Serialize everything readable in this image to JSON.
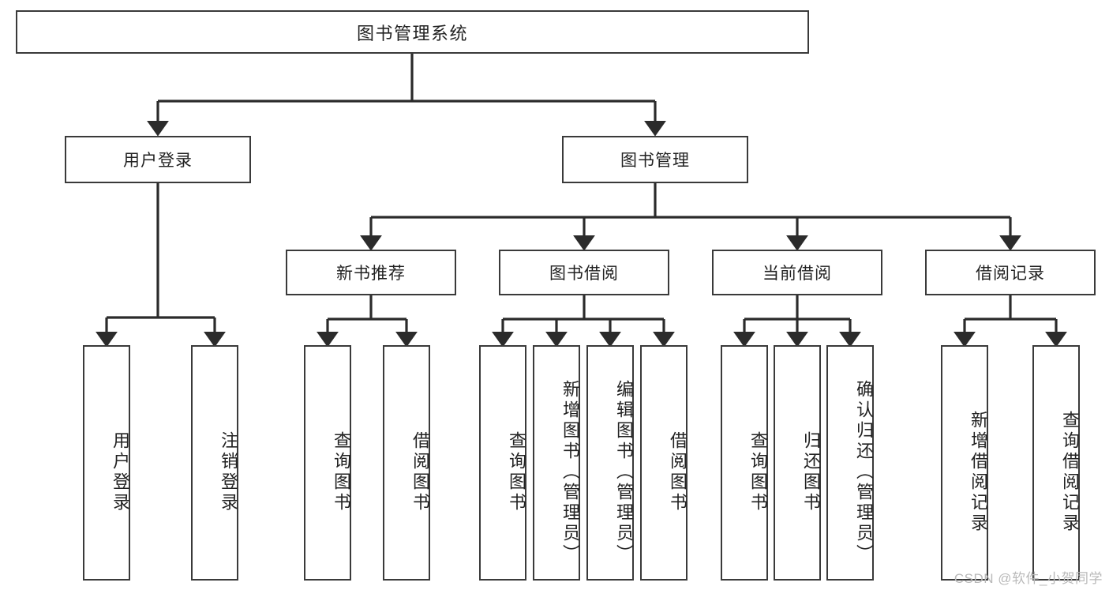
{
  "diagram": {
    "type": "tree-hierarchy-diagram",
    "title": "图书管理系统",
    "orientation": "top-down",
    "colors": {
      "box_border": "#3a3a3a",
      "box_fill": "#ffffff",
      "connector": "#2b2b2b",
      "text": "#222222",
      "watermark": "#b9b9b9"
    },
    "root": {
      "label": "图书管理系统"
    },
    "level2": [
      {
        "id": "user-login",
        "label": "用户登录"
      },
      {
        "id": "book-management",
        "label": "图书管理"
      }
    ],
    "level3": [
      {
        "id": "new-book-recommend",
        "label": "新书推荐",
        "parent": "book-management"
      },
      {
        "id": "book-borrow",
        "label": "图书借阅",
        "parent": "book-management"
      },
      {
        "id": "current-borrow",
        "label": "当前借阅",
        "parent": "book-management"
      },
      {
        "id": "borrow-record",
        "label": "借阅记录",
        "parent": "book-management"
      }
    ],
    "leaves": {
      "user-login": [
        {
          "id": "leaf-user-login",
          "label": "用户登录"
        },
        {
          "id": "leaf-user-logout",
          "label": "注销登录"
        }
      ],
      "new-book-recommend": [
        {
          "id": "leaf-query-book-1",
          "label": "查询图书"
        },
        {
          "id": "leaf-borrow-book-1",
          "label": "借阅图书"
        }
      ],
      "book-borrow": [
        {
          "id": "leaf-query-book-2",
          "label": "查询图书"
        },
        {
          "id": "leaf-add-book",
          "label": "新增图书（管理员）"
        },
        {
          "id": "leaf-edit-book",
          "label": "编辑图书（管理员）"
        },
        {
          "id": "leaf-borrow-book-2",
          "label": "借阅图书"
        }
      ],
      "current-borrow": [
        {
          "id": "leaf-query-book-3",
          "label": "查询图书"
        },
        {
          "id": "leaf-return-book",
          "label": "归还图书"
        },
        {
          "id": "leaf-confirm-return",
          "label": "确认归还（管理员）"
        }
      ],
      "borrow-record": [
        {
          "id": "leaf-add-record",
          "label": "新增借阅记录"
        },
        {
          "id": "leaf-query-record",
          "label": "查询借阅记录"
        }
      ]
    }
  },
  "watermark": {
    "text": "CSDN @软件_小贺同学"
  }
}
